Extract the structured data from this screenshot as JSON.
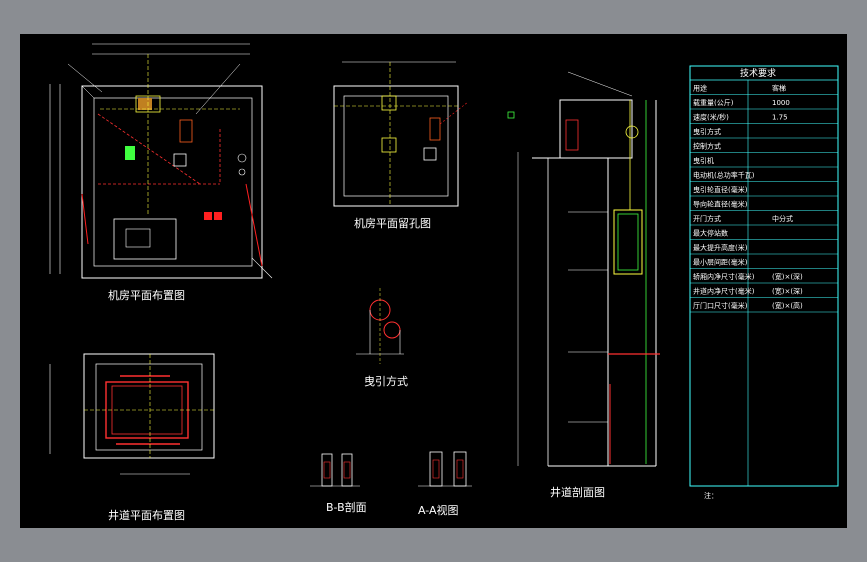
{
  "titles": {
    "machine_room_layout": "机房平面布置图",
    "machine_room_holes": "机房平面留孔图",
    "traction": "曳引方式",
    "shaft_layout": "井道平面布置图",
    "section_bb": "B-B剖面",
    "view_aa": "A-A视图",
    "shaft_section": "井道剖面图"
  },
  "tech_table": {
    "heading": "技术要求",
    "rows": [
      {
        "label": "用途",
        "value": "客梯"
      },
      {
        "label": "载重量(公斤)",
        "value": "1000"
      },
      {
        "label": "速度(米/秒)",
        "value": "1.75"
      },
      {
        "label": "曳引方式",
        "value": ""
      },
      {
        "label": "控制方式",
        "value": ""
      },
      {
        "label": "曳引机",
        "value": ""
      },
      {
        "label": "电动机(总功率千瓦)",
        "value": ""
      },
      {
        "label": "曳引轮直径(毫米)",
        "value": ""
      },
      {
        "label": "导向轮直径(毫米)",
        "value": ""
      },
      {
        "label": "开门方式",
        "value": "中分式"
      },
      {
        "label": "最大停站数",
        "value": ""
      },
      {
        "label": "最大提升高度(米)",
        "value": ""
      },
      {
        "label": "最小层间距(毫米)",
        "value": ""
      },
      {
        "label": "轿厢内净尺寸(毫米)",
        "value": "(宽)×(深)"
      },
      {
        "label": "井道内净尺寸(毫米)",
        "value": "(宽)×(深)"
      },
      {
        "label": "厅门口尺寸(毫米)",
        "value": "(宽)×(高)"
      }
    ]
  },
  "notes": {
    "heading": "注："
  }
}
